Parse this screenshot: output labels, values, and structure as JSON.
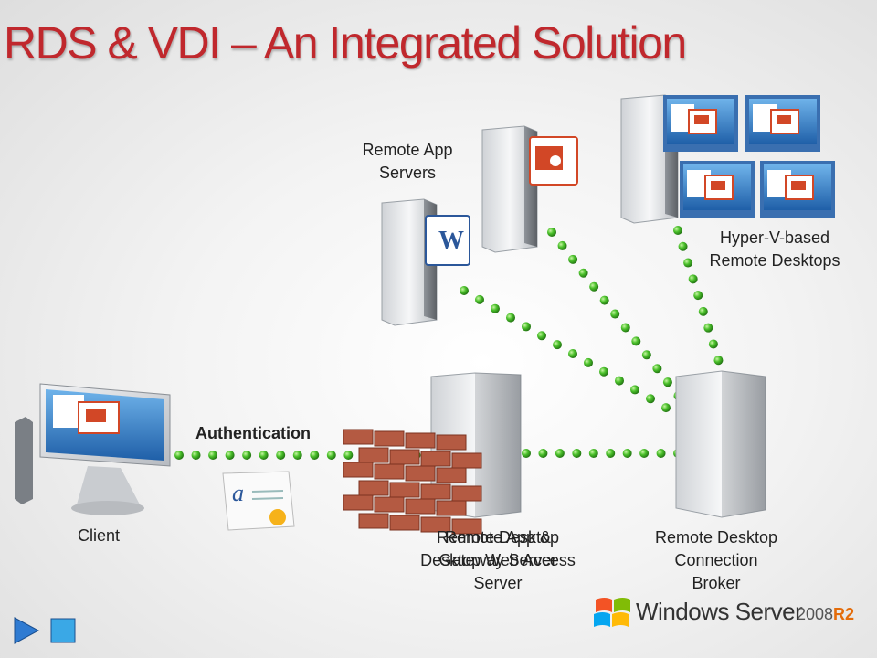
{
  "slide": {
    "title": "RDS & VDI – An Integrated Solution"
  },
  "nodes": {
    "remote_app": [
      "Remote App",
      "Servers"
    ],
    "hyperv": [
      "Hyper-V-based",
      "Remote Desktops"
    ],
    "client": [
      "Client"
    ],
    "gateway_a": [
      "Remote Desktop",
      "Gateway Server"
    ],
    "gateway_b": [
      "Remote App &",
      "Desktop Web Access"
    ],
    "gateway_c": [
      "Server"
    ],
    "broker": [
      "Remote Desktop",
      "Connection",
      "Broker"
    ]
  },
  "connections": {
    "auth_label": "Authentication"
  },
  "branding": {
    "product": "Windows Server",
    "version": "2008",
    "release": "R2"
  },
  "colors": {
    "title": "#c0282d",
    "link_dot": "#3fb62b",
    "brick": "#b45a42",
    "release": "#e46c0a"
  },
  "icons": [
    "word-icon",
    "powerpoint-icon",
    "windows-flag-icon",
    "certificate-icon",
    "firewall-icon",
    "server-icon",
    "monitor-icon",
    "play-icon",
    "stop-icon"
  ]
}
